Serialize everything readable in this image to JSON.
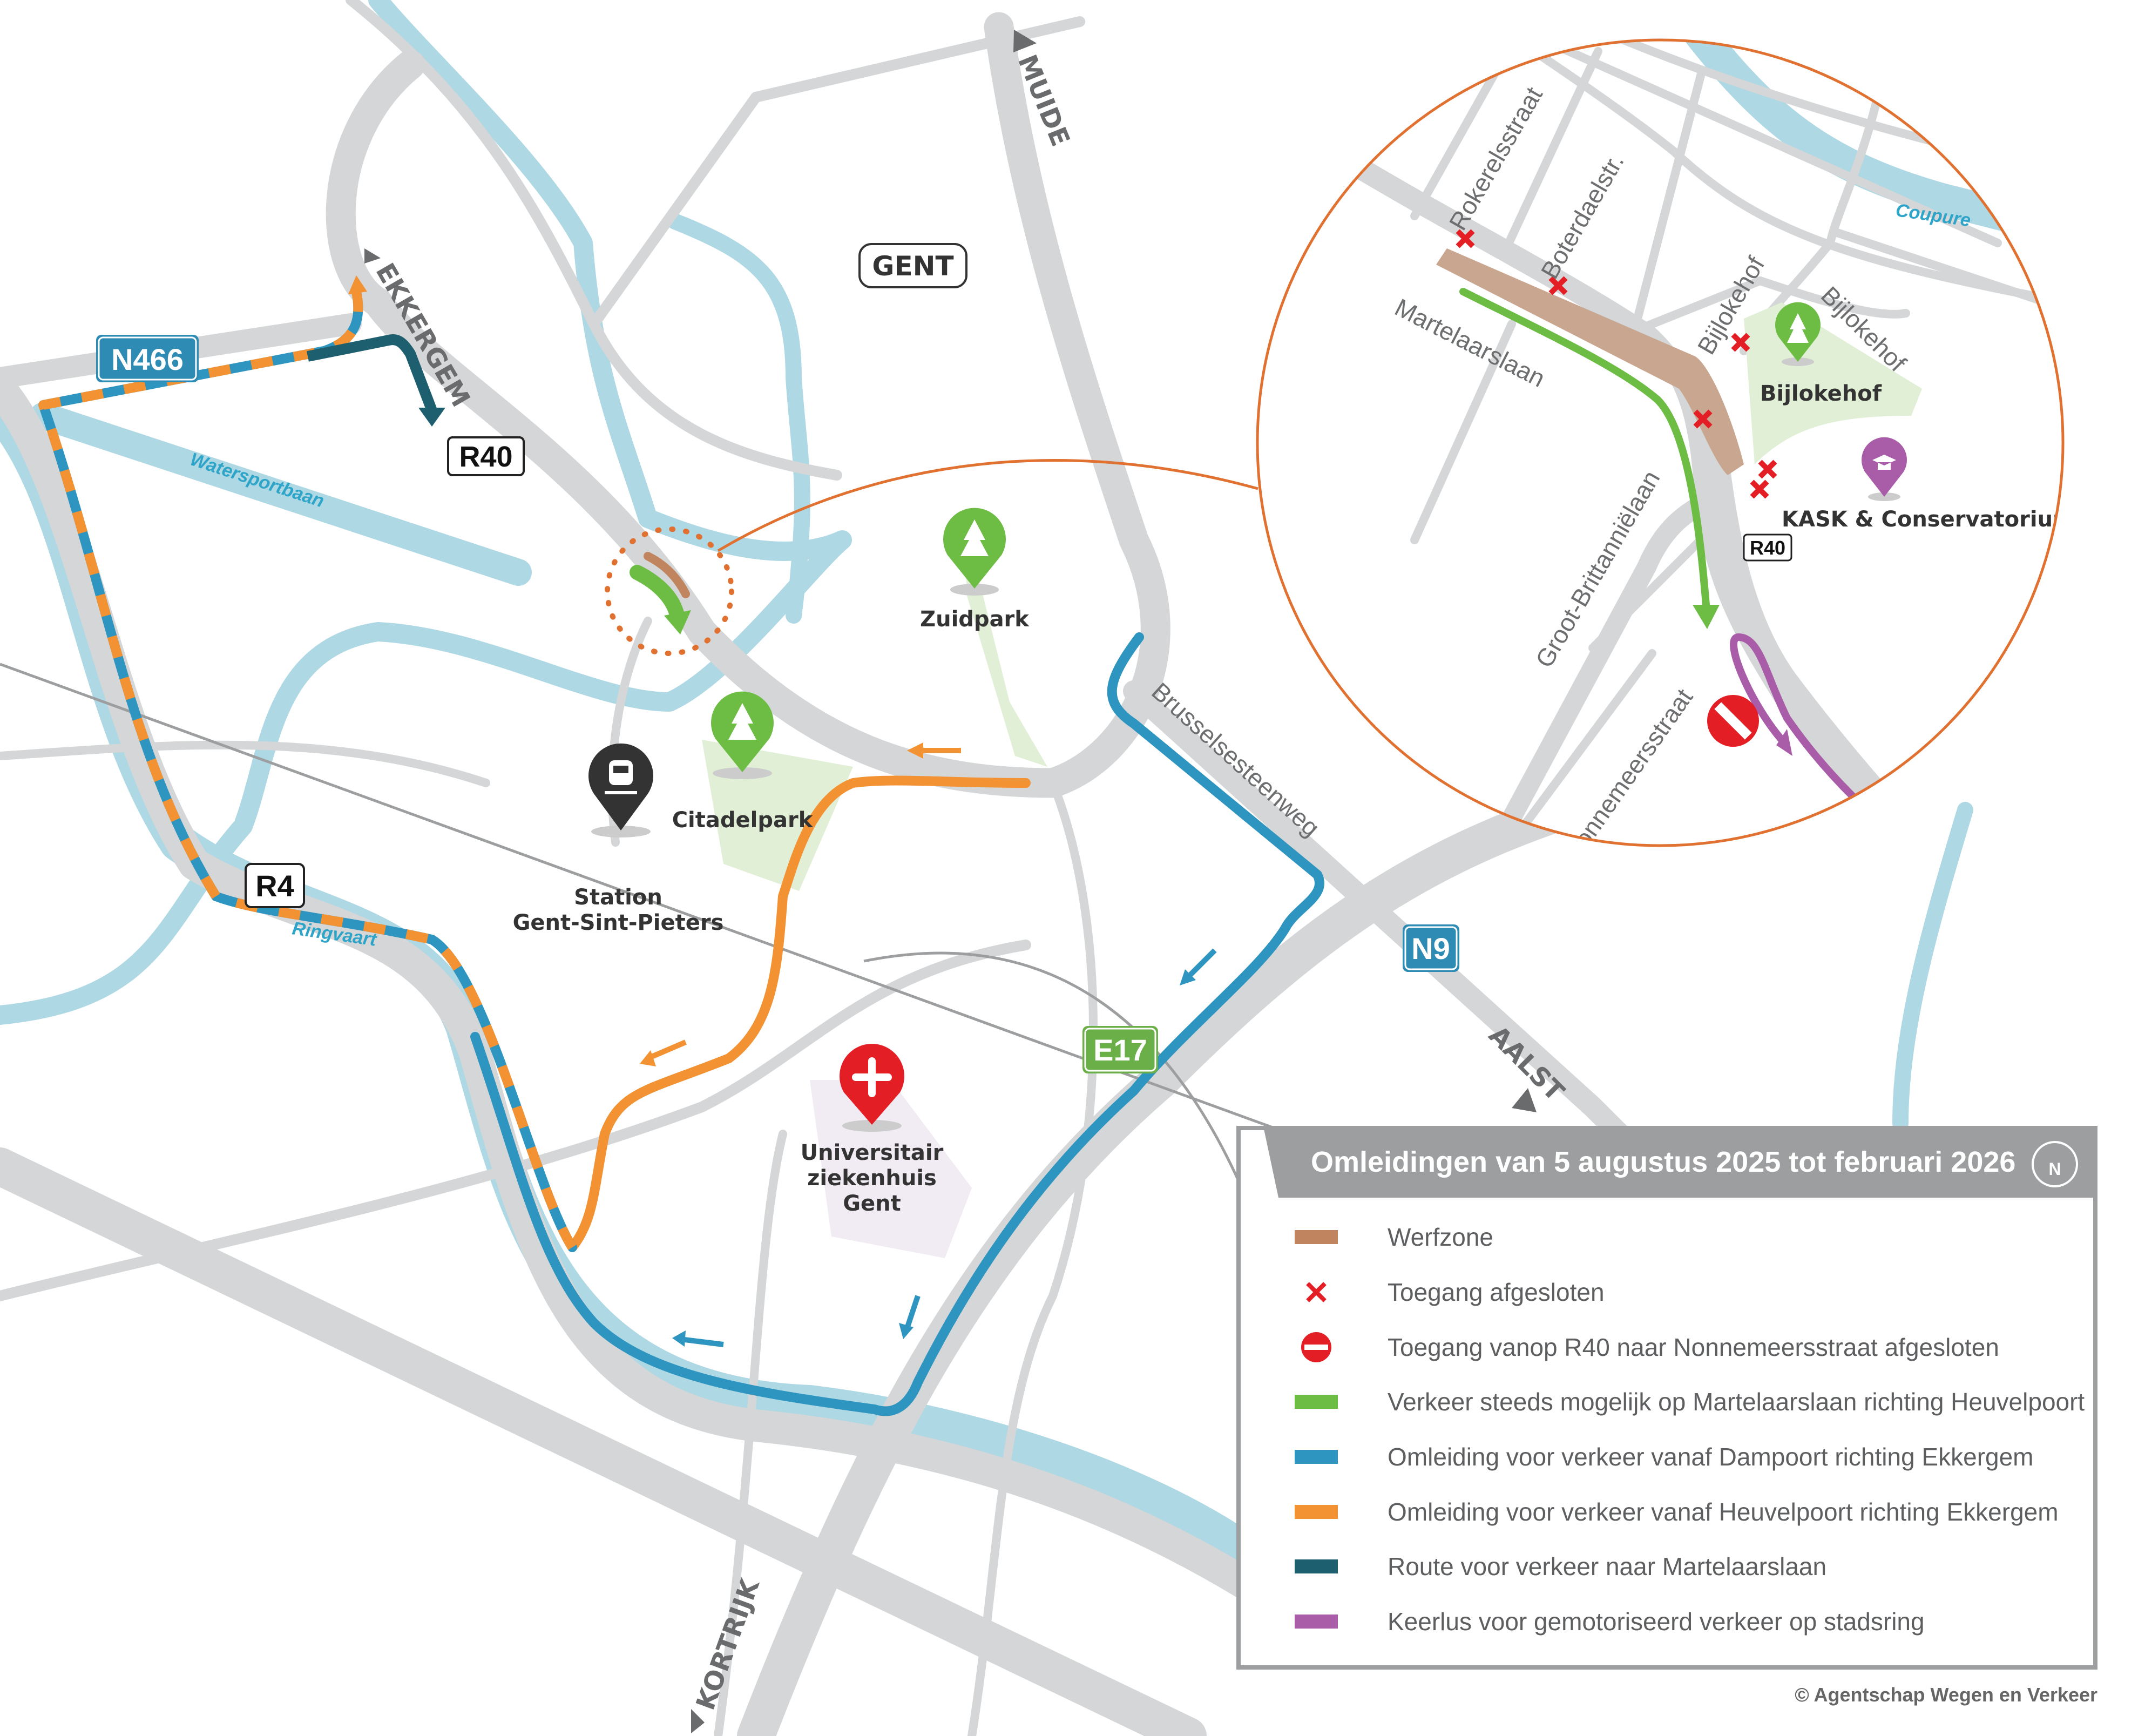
{
  "title": "Omleidingen van 5 augustus 2025 tot februari 2026",
  "copyright": "© Agentschap Wegen en Verkeer",
  "compass_label": "N",
  "legend": [
    {
      "label": "Werfzone",
      "symbol": "bar",
      "color": "#c0845f"
    },
    {
      "label": "Toegang afgesloten",
      "symbol": "red-x",
      "color": "#e31e24"
    },
    {
      "label": "Toegang vanop R40 naar Nonnemeersstraat afgesloten",
      "symbol": "no-entry",
      "color": "#e31e24"
    },
    {
      "label": "Verkeer steeds mogelijk op Martelaarslaan richting Heuvelpoort",
      "symbol": "bar",
      "color": "#6dbd45"
    },
    {
      "label": "Omleiding voor verkeer vanaf Dampoort richting Ekkergem",
      "symbol": "bar",
      "color": "#2e94c0"
    },
    {
      "label": "Omleiding voor verkeer vanaf Heuvelpoort richting Ekkergem",
      "symbol": "bar",
      "color": "#f39232"
    },
    {
      "label": "Route voor verkeer naar Martelaarslaan",
      "symbol": "bar",
      "color": "#1d5f6e"
    },
    {
      "label": "Keerlus voor gemotoriseerd verkeer op stadsring",
      "symbol": "bar",
      "color": "#a95ca8"
    }
  ],
  "road_signs": {
    "n466": "N466",
    "r40_main": "R40",
    "r4": "R4",
    "n9": "N9",
    "e17": "E17",
    "r40_inset": "R40",
    "city": "GENT"
  },
  "directions": {
    "ekkergem": "EKKERGEM",
    "muide": "MUIDE",
    "aalst": "AALST",
    "kortrijk": "KORTRIJK"
  },
  "waterways": {
    "watersportbaan": "Watersportbaan",
    "ringvaart": "Ringvaart",
    "coupure": "Coupure"
  },
  "streets": {
    "brusselsesteenweg": "Brusselsesteenweg",
    "rokerelsstraat": "Rokerelsstraat",
    "boterdaelstr": "Boterdaelstr.",
    "bijlokehof_1": "Bijlokehof",
    "bijlokehof_2": "Bijlokehof",
    "martelaarslaan": "Martelaarslaan",
    "groot_brittannielaan": "Groot-Brittanniëlaan",
    "nonnemeersstraat": "Nonnemeersstraat"
  },
  "pois": {
    "zuidpark": "Zuidpark",
    "citadelpark": "Citadelpark",
    "station_line1": "Station",
    "station_line2": "Gent-Sint-Pieters",
    "uz_line1": "Universitair",
    "uz_line2": "ziekenhuis",
    "uz_line3": "Gent",
    "bijlokehof": "Bijlokehof",
    "kask": "KASK & Conservatorium"
  },
  "colors": {
    "werfzone": "#c0845f",
    "green_route": "#6dbd45",
    "blue_route": "#2e94c0",
    "orange_route": "#f39232",
    "teal_route": "#1d5f6e",
    "purple_route": "#a95ca8",
    "inset_ring": "#e07130",
    "closed": "#e31e24"
  }
}
